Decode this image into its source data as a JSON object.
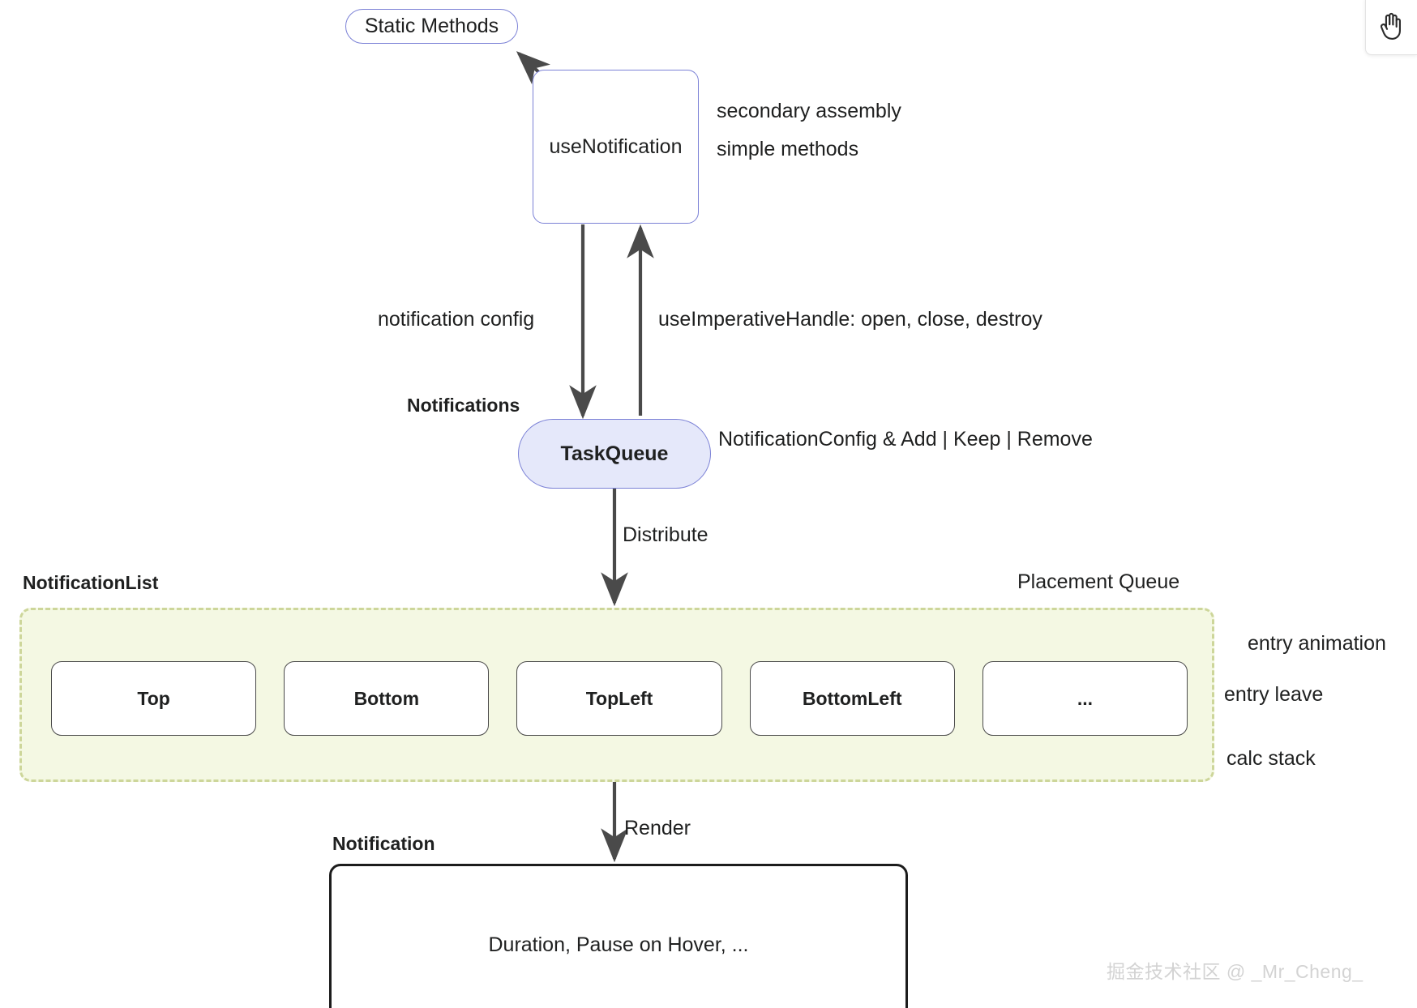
{
  "diagram": {
    "title": "Notification architecture flow",
    "nodes": {
      "static_methods": "Static Methods",
      "use_notification": "useNotification",
      "task_queue": "TaskQueue",
      "notification_box": "Duration, Pause on Hover, ..."
    },
    "annotations": {
      "secondary_assembly": "secondary assembly",
      "simple_methods": "simple methods",
      "notification_config": "notification config",
      "use_imperative_handle": "useImperativeHandle: open, close, destroy",
      "notifications_caption": "Notifications",
      "notification_config_add": "NotificationConfig &  Add | Keep | Remove",
      "distribute": "Distribute",
      "notification_list_caption": "NotificationList",
      "placement_queue": "Placement Queue",
      "entry_animation": "entry animation",
      "entry_leave": "entry leave",
      "calc_stack": "calc stack",
      "render": "Render",
      "notification_caption": "Notification"
    },
    "placement_queue_items": [
      "Top",
      "Bottom",
      "TopLeft",
      "BottomLeft",
      "..."
    ],
    "watermark": "掘金技术社区 @ _Mr_Cheng_",
    "toolbar": {
      "pan_tool_icon": "hand-icon"
    },
    "colors": {
      "node_stroke": "#7b81d6",
      "node_fill_accent": "#e5e8fa",
      "subgraph_fill": "#f4f8e3",
      "subgraph_stroke": "#cdd69a",
      "edge": "#4a4a4a",
      "text": "#1f2020",
      "watermark": "#d3d3d3"
    }
  }
}
